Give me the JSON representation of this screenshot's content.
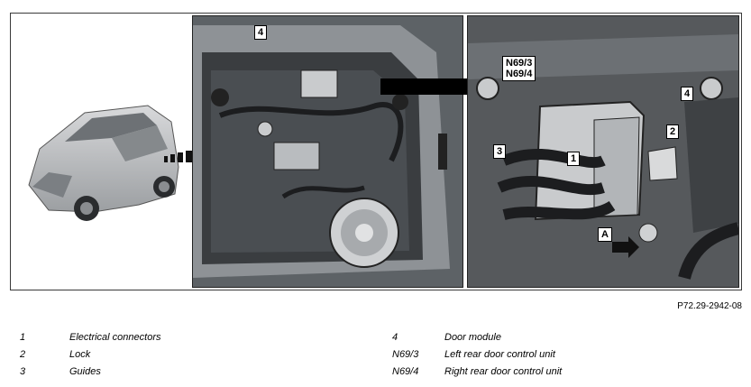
{
  "figure": {
    "reference": "P72.29-2942-08",
    "callouts": {
      "door_item_4": "4",
      "detail_n69_3": "N69/3",
      "detail_n69_4": "N69/4",
      "detail_item_1": "1",
      "detail_item_2": "2",
      "detail_item_3": "3",
      "detail_item_4": "4",
      "detail_view_a": "A"
    }
  },
  "legend": {
    "left": [
      {
        "key": "1",
        "label": "Electrical connectors"
      },
      {
        "key": "2",
        "label": "Lock"
      },
      {
        "key": "3",
        "label": "Guides"
      }
    ],
    "right": [
      {
        "key": "4",
        "label": "Door module"
      },
      {
        "key": "N69/3",
        "label": "Left rear door control unit"
      },
      {
        "key": "N69/4",
        "label": "Right rear door control unit"
      }
    ]
  },
  "colors": {
    "illustration_dark": "#5d6266",
    "illustration_light": "#c9cbcd",
    "border": "#222222"
  }
}
